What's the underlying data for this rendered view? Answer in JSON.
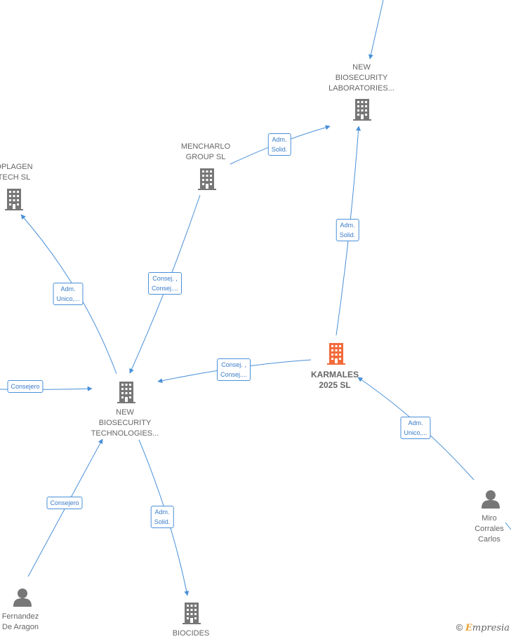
{
  "nodes": {
    "nb_labs": {
      "label": "NEW\nBIOSECURITY\nLABORATORIES...",
      "kind": "company"
    },
    "mencharlo": {
      "label": "MENCHARLO\nGROUP  SL",
      "kind": "company"
    },
    "oplagen": {
      "label": "OPLAGEN\nTECH  SL",
      "kind": "company"
    },
    "karmales": {
      "label": "KARMALES\n2025  SL",
      "kind": "company-focus"
    },
    "nb_tech": {
      "label": "NEW\nBIOSECURITY\nTECHNOLOGIES...",
      "kind": "company"
    },
    "biocides": {
      "label": "BIOCIDES",
      "kind": "company"
    },
    "miro": {
      "label": "Miro\nCorrales\nCarlos",
      "kind": "person"
    },
    "fernandez": {
      "label": "Fernandez\nDe Aragon",
      "kind": "person"
    }
  },
  "edges": {
    "e_top": {
      "label": ""
    },
    "e_mench_labs": {
      "label": "Adm.\nSolid."
    },
    "e_karm_labs": {
      "label": "Adm.\nSolid."
    },
    "e_tech_oplagen": {
      "label": "Adm.\nUnico,..."
    },
    "e_mench_tech": {
      "label": "Consej. ,\nConsej...."
    },
    "e_karm_tech": {
      "label": "Consej. ,\nConsej...."
    },
    "e_left_tech": {
      "label": "Consejero"
    },
    "e_fern_tech": {
      "label": "Consejero"
    },
    "e_tech_biocides": {
      "label": "Adm.\nSolid."
    },
    "e_miro_karm": {
      "label": "Adm.\nUnico,..."
    }
  },
  "colors": {
    "edge": "#4a90d9",
    "company": "#777777",
    "focus": "#f26b3a",
    "person": "#777777"
  },
  "footer": {
    "copyright": "©",
    "brand_first": "E",
    "brand_rest": "mpresia"
  }
}
